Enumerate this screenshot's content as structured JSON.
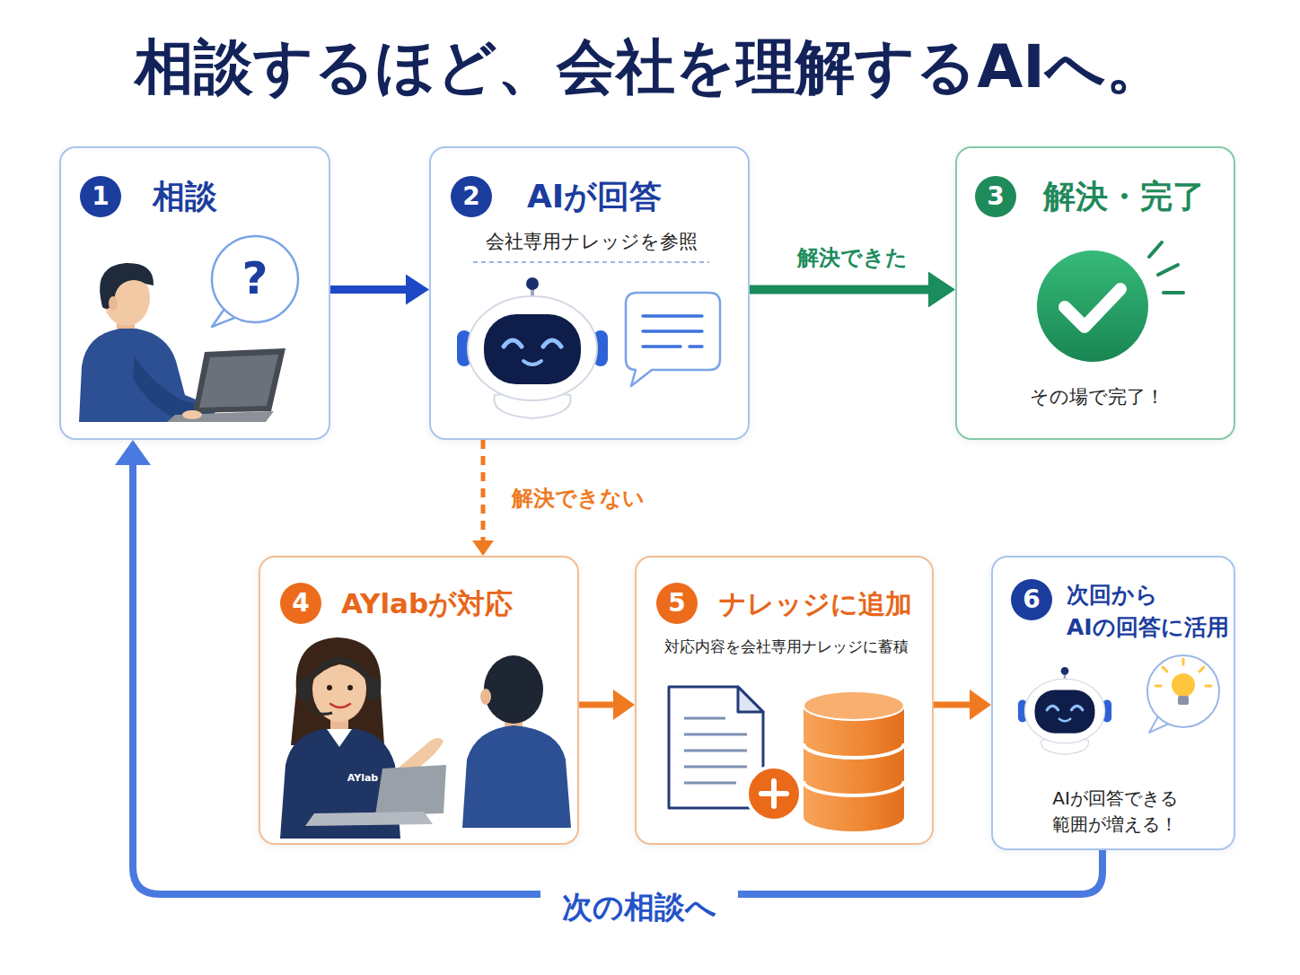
{
  "diagram": {
    "title": "相談するほど、会社を理解するAIへ。",
    "nodes": [
      {
        "text": [
          "相談"
        ]
      },
      {
        "text": [
          "1"
        ],
        "in": 0
      },
      {
        "text": [
          "AIが回答",
          "会社専用ナレッジを参照"
        ]
      },
      {
        "text": [
          "2"
        ],
        "in": 2
      },
      {
        "text": [
          "解決・完了",
          "その場で完了！"
        ]
      },
      {
        "text": [
          "3"
        ],
        "in": 4
      },
      {
        "text": [
          "AYlabが対応"
        ]
      },
      {
        "text": [
          "4"
        ],
        "in": 6
      },
      {
        "text": [
          "ナレッジに追加",
          "対応内容を会社専用ナレッジに蓄積"
        ]
      },
      {
        "text": [
          "5"
        ],
        "in": 8
      },
      {
        "text": [
          "次回から AIの回答に活用",
          "AIが回答できる 範囲が増える！"
        ]
      },
      {
        "text": [
          "6"
        ],
        "in": 10
      }
    ],
    "edges": [
      {
        "from": 0,
        "to": 2,
        "arrow": "to"
      },
      {
        "from": 2,
        "to": 4,
        "label": "解決できた",
        "arrow": "to"
      },
      {
        "from": 2,
        "to": 6,
        "label": "解決できない",
        "arrow": "to"
      },
      {
        "from": 6,
        "to": 8,
        "arrow": "to"
      },
      {
        "from": 8,
        "to": 10,
        "arrow": "to"
      },
      {
        "from": 10,
        "to": 0,
        "label": "次の相談へ",
        "arrow": "to"
      }
    ],
    "labels": [
      "?",
      "AYlab"
    ]
  }
}
